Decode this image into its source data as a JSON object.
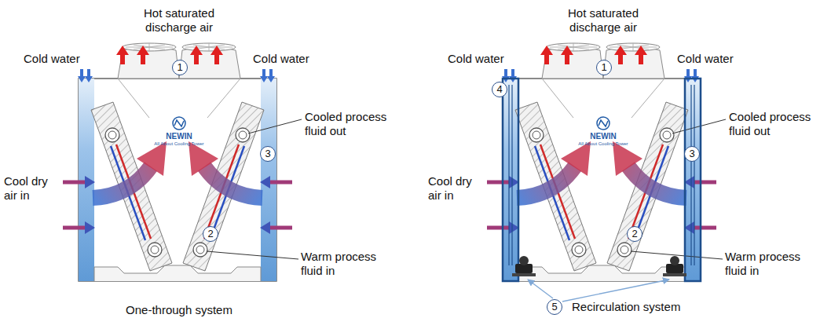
{
  "diagram": {
    "labels": [
      "Hot saturated discharge air",
      "Cold water",
      "1",
      "Cold water",
      "NEWIN",
      "All About Cooling Tower",
      "Cooled process fluid out",
      "3",
      "Cool dry air in",
      "2",
      "Warm process fluid in",
      "One-through system",
      "Hot saturated discharge air",
      "Cold water",
      "1",
      "Cold water",
      "4",
      "NEWIN",
      "All About Cooling Tower",
      "Cooled process fluid out",
      "3",
      "Cool dry air in",
      "2",
      "Warm process fluid in",
      "5",
      "Recirculation system"
    ]
  }
}
